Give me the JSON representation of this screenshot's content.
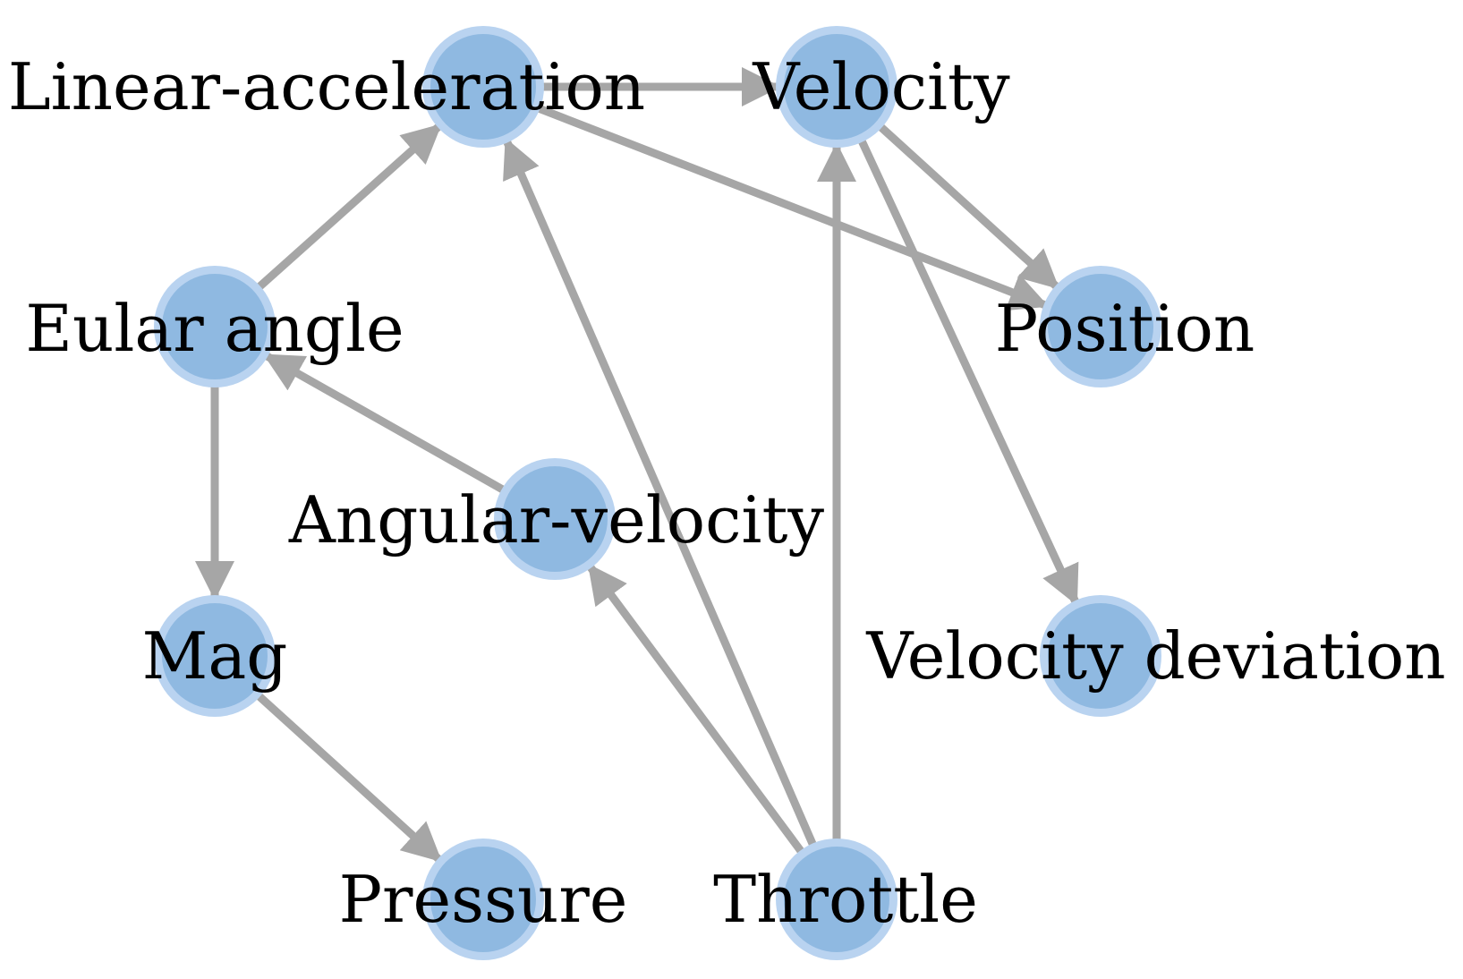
{
  "diagram": {
    "colors": {
      "node_outer": "#b9d3f0",
      "node_inner": "#8fb9e1",
      "edge": "#a6a6a6",
      "label": "#000000",
      "background": "#ffffff"
    },
    "nodes": [
      {
        "id": "linear",
        "label": "Linear-acceleration"
      },
      {
        "id": "velocity",
        "label": "Velocity"
      },
      {
        "id": "eular",
        "label": "Eular angle"
      },
      {
        "id": "position",
        "label": "Position"
      },
      {
        "id": "angular",
        "label": "Angular-velocity"
      },
      {
        "id": "mag",
        "label": "Mag"
      },
      {
        "id": "veldev",
        "label": "Velocity deviation"
      },
      {
        "id": "pressure",
        "label": "Pressure"
      },
      {
        "id": "throttle",
        "label": "Throttle"
      }
    ],
    "edges": [
      {
        "from": "linear",
        "to": "velocity"
      },
      {
        "from": "linear",
        "to": "position"
      },
      {
        "from": "velocity",
        "to": "position"
      },
      {
        "from": "velocity",
        "to": "veldev"
      },
      {
        "from": "eular",
        "to": "linear"
      },
      {
        "from": "eular",
        "to": "mag"
      },
      {
        "from": "angular",
        "to": "eular"
      },
      {
        "from": "mag",
        "to": "pressure"
      },
      {
        "from": "throttle",
        "to": "linear"
      },
      {
        "from": "throttle",
        "to": "velocity"
      },
      {
        "from": "throttle",
        "to": "angular"
      }
    ]
  }
}
